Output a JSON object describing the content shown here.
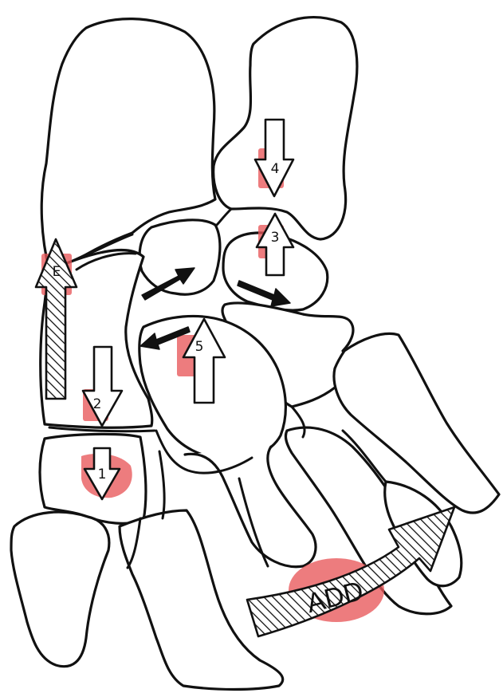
{
  "colors": {
    "highlight": "#e8575a",
    "line": "#111111",
    "background": "#ffffff"
  },
  "labels": {
    "e": "E",
    "one": "1",
    "two": "2",
    "three": "3",
    "four": "4",
    "five": "5",
    "add": "ADD"
  },
  "icons": {
    "hatched_up_arrow": "hatched-up-arrow-icon",
    "hatched_curved_arrow": "hatched-curved-arrow-icon",
    "outline_arrows": "outline-arrow-icon",
    "black_arrows": "black-arrow-icon"
  }
}
